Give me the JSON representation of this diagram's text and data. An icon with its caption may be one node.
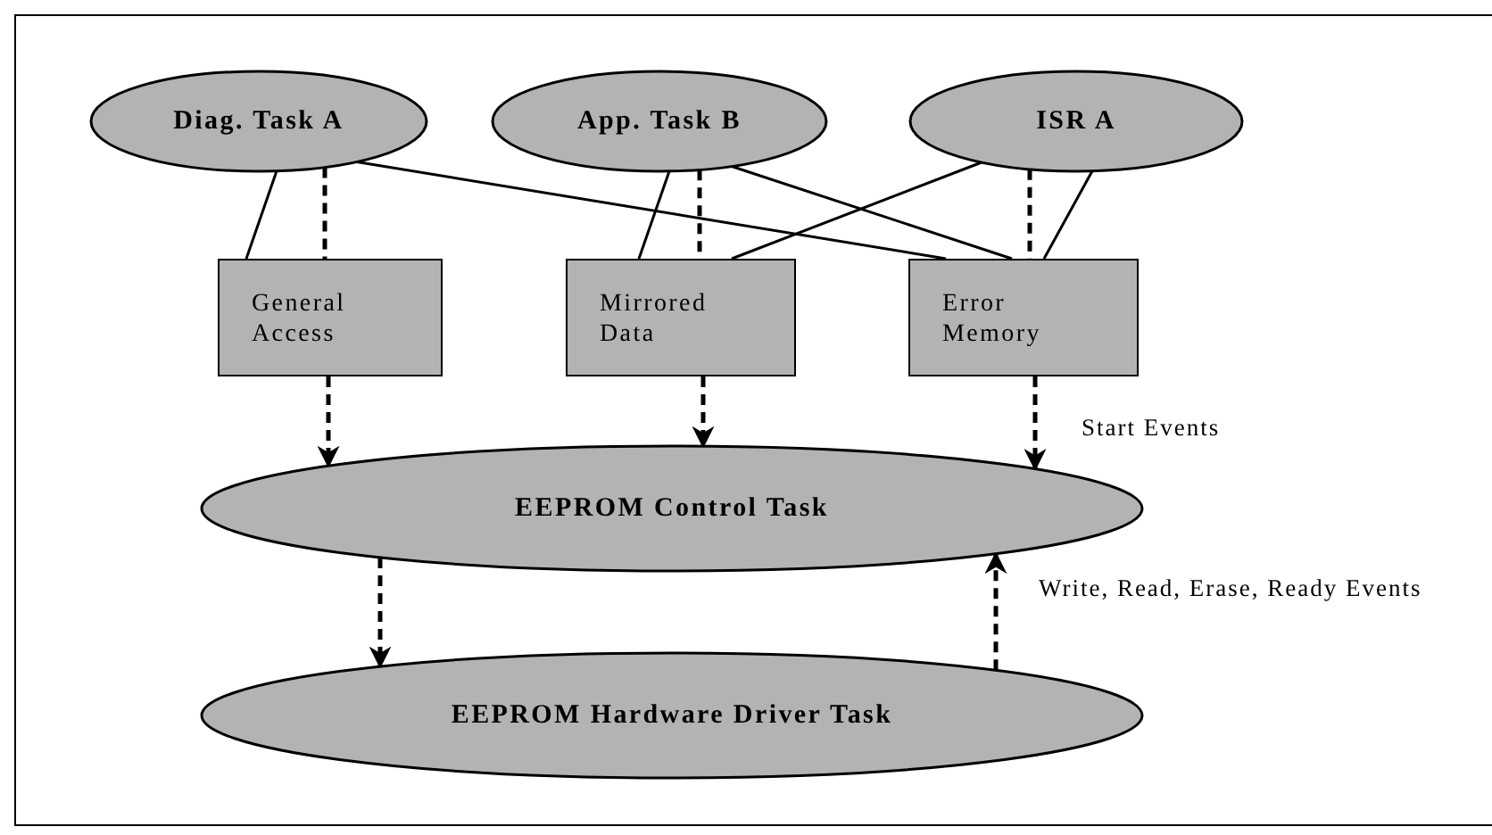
{
  "diagram": {
    "nodes": [
      {
        "text": [
          "Diag. Task A"
        ]
      },
      {
        "text": [
          "App. Task B"
        ]
      },
      {
        "text": [
          "ISR A"
        ]
      },
      {
        "text": [
          "General Access"
        ]
      },
      {
        "text": [
          "Mirrored Data"
        ]
      },
      {
        "text": [
          "Error Memory"
        ]
      },
      {
        "text": [
          "EEPROM Control Task"
        ]
      },
      {
        "text": [
          "EEPROM Hardware Driver Task"
        ]
      }
    ],
    "edges": [
      {
        "from": 0,
        "to": 3,
        "arrow": "none"
      },
      {
        "from": 0,
        "to": 3,
        "arrow": "none",
        "style": "dashed"
      },
      {
        "from": 0,
        "to": 5,
        "arrow": "none"
      },
      {
        "from": 1,
        "to": 4,
        "arrow": "none"
      },
      {
        "from": 1,
        "to": 4,
        "arrow": "none",
        "style": "dashed"
      },
      {
        "from": 1,
        "to": 5,
        "arrow": "none"
      },
      {
        "from": 2,
        "to": 4,
        "arrow": "none"
      },
      {
        "from": 2,
        "to": 5,
        "arrow": "none",
        "style": "dashed"
      },
      {
        "from": 2,
        "to": 5,
        "arrow": "none"
      },
      {
        "from": 3,
        "to": 6,
        "arrow": "to",
        "style": "dashed"
      },
      {
        "from": 4,
        "to": 6,
        "arrow": "to",
        "style": "dashed"
      },
      {
        "from": 5,
        "to": 6,
        "arrow": "to",
        "style": "dashed",
        "label": "Start Events"
      },
      {
        "from": 6,
        "to": 7,
        "arrow": "to",
        "style": "dashed"
      },
      {
        "from": 7,
        "to": 6,
        "arrow": "to",
        "style": "dashed",
        "label": "Write, Read, Erase, Ready Events"
      }
    ]
  }
}
